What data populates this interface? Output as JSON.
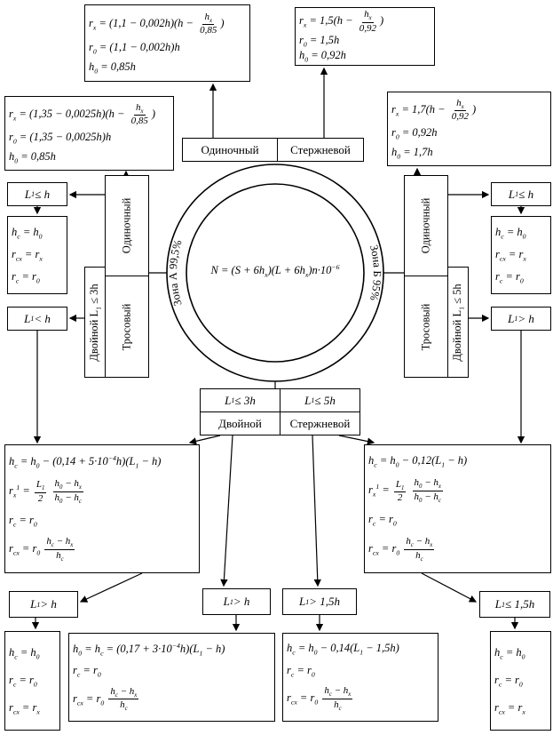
{
  "diagram": {
    "center_formula": "N = (S + 6h_(x))(L + 6h_(x))n·10^(−6)",
    "zone_a_label": "Зона А 99,5%",
    "zone_b_label": "Зона Б 95%"
  },
  "top_labels": {
    "single": "Одиночный",
    "rod": "Стержневой"
  },
  "top_left_box": {
    "lines": [
      "r_(x) = (1,1 − 0,002h)(h − [[h_(x)||0,85]])",
      "r_(0) = (1,1 − 0,002h)h",
      "h_(0) = 0,85h"
    ]
  },
  "top_right_box": {
    "lines": [
      "r_(x) = 1,5(h − [[h_(x)||0,92]])",
      "r_(0) = 1,5h",
      "h_(0) = 0,92h"
    ]
  },
  "left_cable_box": {
    "lines": [
      "r_(x) = (1,35 − 0,0025h)(h − [[h_(x)||0,85]])",
      "r_(0) = (1,35 − 0,0025h)h",
      "h_(0) = 0,85h"
    ]
  },
  "right_cable_box": {
    "lines": [
      "r_(x) = 1,7(h − [[h_(x)||0,92]])",
      "r_(0) = 0,92h",
      "h_(0) = 1,7h"
    ]
  },
  "left_strip": {
    "single": "Одиночный",
    "cable": "Тросовый",
    "double": "Двойной L_(1) ≤ 3h"
  },
  "right_strip": {
    "single": "Одиночный",
    "cable": "Тросовый",
    "double": "Двойной L_(1) ≤ 5h"
  },
  "left_conditions": {
    "c1": "L_(1) ≤ h",
    "c2": "L_(1) < h"
  },
  "right_conditions": {
    "c1": "L_(1) ≤ h",
    "c2": "L_(1) > h"
  },
  "left_result_box": {
    "lines": [
      "h_(c) = h_(0)",
      "r_(cx) = r_(x)",
      "r_(c) = r_(0)"
    ]
  },
  "right_result_box": {
    "lines": [
      "h_(c) = h_(0)",
      "r_(cx) = r_(x)",
      "r_(c) = r_(0)"
    ]
  },
  "bottom_table": {
    "r1c1": "L_(1) ≤ 3h",
    "r1c2": "L_(1) ≤ 5h",
    "r2c1": "Двойной",
    "r2c2": "Стержневой"
  },
  "big_left_box": {
    "lines": [
      "h_(c) = h_(0) − (0,14 + 5·10^(−4)h)(L_(1) − h)",
      "r_(x)^(1) = [[L_(1)||2]] [[h_(0) − h_(x)||h_(0) − h_(c)]]",
      "r_(c) = r_(0)",
      "r_(cx) = r_(0) [[h_(c) − h_(x)||h_(c)]]"
    ]
  },
  "big_right_box": {
    "lines": [
      "h_(c) = h_(0) − 0,12(L_(1) − h)",
      "r_(x)^(1) = [[L_(1)||2]] [[h_(0) − h_(x)||h_(0) − h_(c)]]",
      "r_(c) = r_(0)",
      "r_(cx) = r_(0) [[h_(c) − h_(x)||h_(c)]]"
    ]
  },
  "bottom_conditions": {
    "c1": "L_(1) > h",
    "c2": "L_(1) > h",
    "c3": "L_(1) > 1,5h",
    "c4": "L_(1) ≤ 1,5h"
  },
  "bottom_left_box": {
    "lines": [
      "h_(c) = h_(0)",
      "r_(c) = r_(0)",
      "r_(cx) = r_(x)"
    ]
  },
  "bottom_midleft_box": {
    "lines": [
      "h_(0) = h_(c) = (0,17 + 3·10^(−4)h)(L_(1) − h)",
      "r_(c) = r_(0)",
      "r_(cx) = r_(0) [[h_(c) − h_(x)||h_(c)]]"
    ]
  },
  "bottom_midright_box": {
    "lines": [
      "h_(c) = h_(0) − 0,14(L_(1) − 1,5h)",
      "r_(c) = r_(0)",
      "r_(cx) = r_(0) [[h_(c) − h_(x)||h_(c)]]"
    ]
  },
  "bottom_right_box": {
    "lines": [
      "h_(c) = h_(0)",
      "r_(c) = r_(0)",
      "r_(cx) = r_(x)"
    ]
  }
}
